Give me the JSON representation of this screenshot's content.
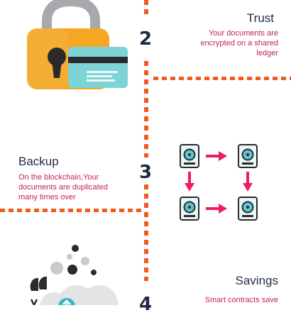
{
  "steps": [
    {
      "number": "2",
      "title": "Trust",
      "description": "Your documents are encrypted on a shared ledger"
    },
    {
      "number": "3",
      "title": "Backup",
      "description": "On the blockchain,Your documents are duplicated many times over"
    },
    {
      "number": "4",
      "title": "Savings",
      "description": "Smart contracts save"
    }
  ],
  "colors": {
    "dash": "#f15a22",
    "heading": "#1f2a44",
    "description": "#c51d5f",
    "arrow": "#ee1c64",
    "disk": "#5fc3d1"
  },
  "icons": [
    "padlock-icon",
    "credit-card-icon",
    "hard-drive-icon",
    "arrow-icon",
    "cloud-icon"
  ]
}
